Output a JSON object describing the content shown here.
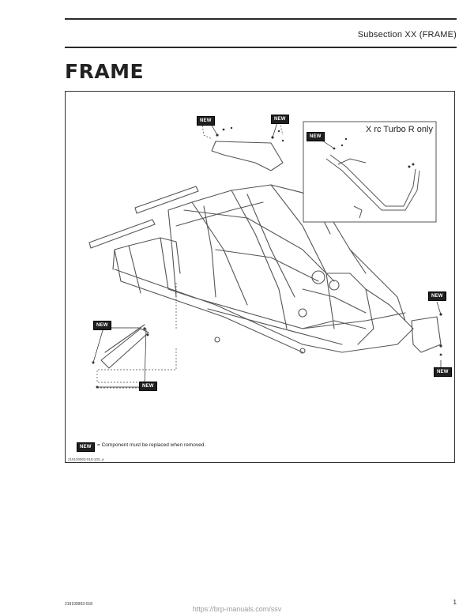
{
  "header": {
    "subsection": "Subsection XX (FRAME)",
    "title": "FRAME"
  },
  "figure": {
    "inset_label": "X rc Turbo R only",
    "badge_text": "NEW",
    "legend": "= Component must be replaced when removed.",
    "code": "219100903-018-100_a"
  },
  "footer": {
    "doc_code": "219100903-018",
    "page_number": "1",
    "url": "https://brp-manuals.com/ssv"
  }
}
